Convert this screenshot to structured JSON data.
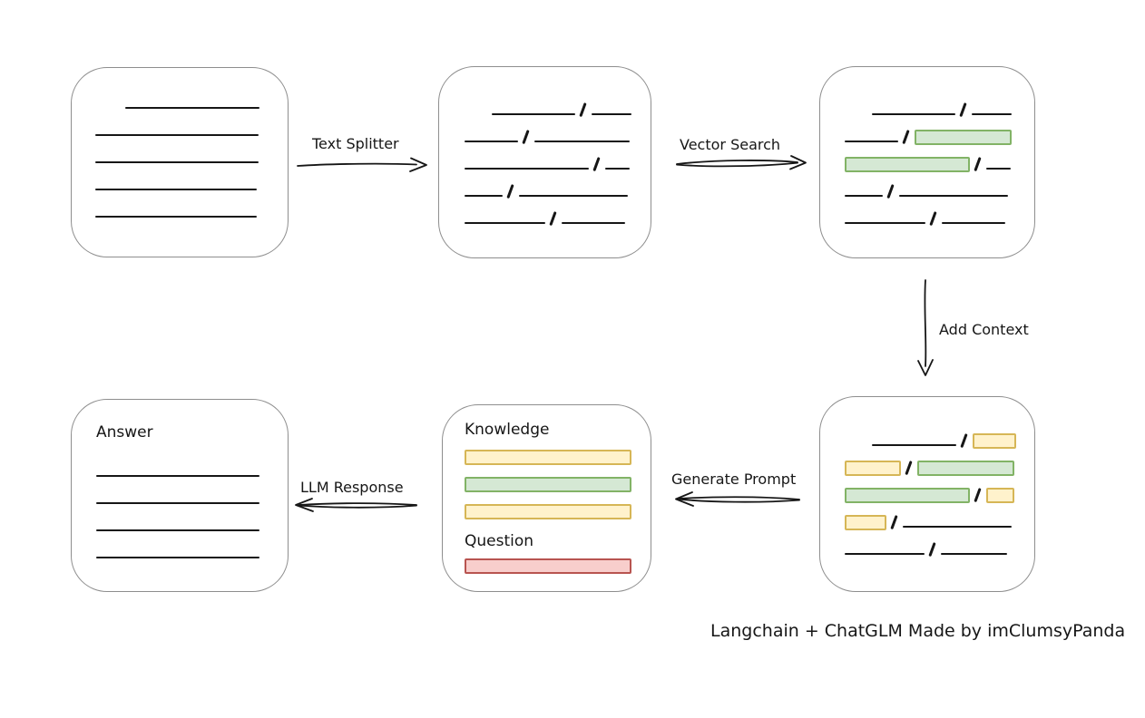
{
  "caption": "Langchain + ChatGLM Made by imClumsyPanda",
  "arrows": {
    "text_splitter": {
      "label": "Text Splitter"
    },
    "vector_search": {
      "label": "Vector Search"
    },
    "add_context": {
      "label": "Add Context"
    },
    "generate_prompt": {
      "label": "Generate Prompt"
    },
    "llm_response": {
      "label": "LLM Response"
    }
  },
  "colors": {
    "line": "#161616",
    "box_border": "#8e8e8e",
    "green_fill": "#d5e8d4",
    "green_border": "#82b366",
    "yellow_fill": "#fff2cc",
    "yellow_border": "#d6b656",
    "red_fill": "#f8cecc",
    "red_border": "#b85450"
  },
  "boxes": {
    "source_document": {
      "rows": [
        [
          {
            "t": "gap",
            "w": 33
          },
          {
            "t": "line",
            "w": 148
          }
        ],
        [
          {
            "t": "line",
            "w": 180
          }
        ],
        [
          {
            "t": "line",
            "w": 180
          }
        ],
        [
          {
            "t": "line",
            "w": 178
          }
        ],
        [
          {
            "t": "line",
            "w": 178
          }
        ]
      ]
    },
    "split_text": {
      "rows": [
        [
          {
            "t": "gap",
            "w": 30
          },
          {
            "t": "line",
            "w": 92
          },
          {
            "t": "slash"
          },
          {
            "t": "line",
            "w": 44
          }
        ],
        [
          {
            "t": "line",
            "w": 59
          },
          {
            "t": "slash"
          },
          {
            "t": "line",
            "w": 105
          }
        ],
        [
          {
            "t": "line",
            "w": 137
          },
          {
            "t": "slash"
          },
          {
            "t": "line",
            "w": 27
          }
        ],
        [
          {
            "t": "line",
            "w": 42
          },
          {
            "t": "slash"
          },
          {
            "t": "line",
            "w": 120
          }
        ],
        [
          {
            "t": "line",
            "w": 89
          },
          {
            "t": "slash"
          },
          {
            "t": "line",
            "w": 70
          }
        ]
      ]
    },
    "vector_matches": {
      "rows": [
        [
          {
            "t": "gap",
            "w": 30
          },
          {
            "t": "line",
            "w": 92
          },
          {
            "t": "slash"
          },
          {
            "t": "line",
            "w": 44
          }
        ],
        [
          {
            "t": "line",
            "w": 59
          },
          {
            "t": "slash"
          },
          {
            "t": "green",
            "w": 103
          }
        ],
        [
          {
            "t": "green",
            "w": 134
          },
          {
            "t": "slash"
          },
          {
            "t": "line",
            "w": 27
          }
        ],
        [
          {
            "t": "line",
            "w": 42
          },
          {
            "t": "slash"
          },
          {
            "t": "line",
            "w": 120
          }
        ],
        [
          {
            "t": "line",
            "w": 89
          },
          {
            "t": "slash"
          },
          {
            "t": "line",
            "w": 70
          }
        ]
      ]
    },
    "context_chunks": {
      "rows": [
        [
          {
            "t": "gap",
            "w": 30
          },
          {
            "t": "line",
            "w": 93
          },
          {
            "t": "slash"
          },
          {
            "t": "yellow",
            "w": 44
          }
        ],
        [
          {
            "t": "yellow",
            "w": 58
          },
          {
            "t": "slash"
          },
          {
            "t": "green",
            "w": 103
          }
        ],
        [
          {
            "t": "green",
            "w": 134
          },
          {
            "t": "slash"
          },
          {
            "t": "yellow",
            "w": 27
          }
        ],
        [
          {
            "t": "yellow",
            "w": 42
          },
          {
            "t": "slash"
          },
          {
            "t": "line",
            "w": 120
          }
        ],
        [
          {
            "t": "line",
            "w": 88
          },
          {
            "t": "slash"
          },
          {
            "t": "line",
            "w": 73
          }
        ]
      ]
    },
    "prompt": {
      "knowledge_label": "Knowledge",
      "question_label": "Question",
      "knowledge_bars": [
        "yellow",
        "green",
        "yellow"
      ],
      "question_bars": [
        "red"
      ]
    },
    "answer": {
      "label": "Answer",
      "rows": [
        [
          {
            "t": "line",
            "w": 180
          }
        ],
        [
          {
            "t": "line",
            "w": 180
          }
        ],
        [
          {
            "t": "line",
            "w": 180
          }
        ],
        [
          {
            "t": "line",
            "w": 180
          }
        ]
      ]
    }
  }
}
